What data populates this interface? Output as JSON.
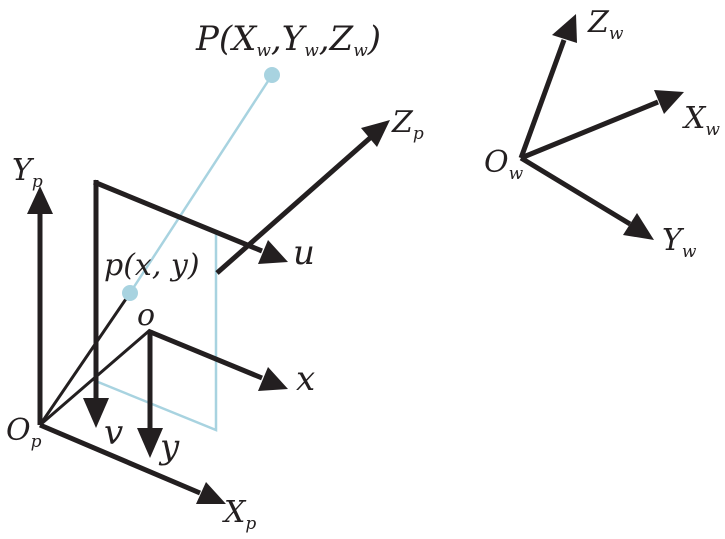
{
  "labels": {
    "world_point": {
      "main": "P(X",
      "s1": "w",
      "c1": ",Y",
      "s2": "w",
      "c2": ",Z",
      "s3": "w",
      "end": ")"
    },
    "image_point": "p(x, y)",
    "principal_point": "o",
    "camera_axes": {
      "Xp": {
        "main": "X",
        "sub": "p"
      },
      "Yp": {
        "main": "Y",
        "sub": "p"
      },
      "Zp": {
        "main": "Z",
        "sub": "p"
      },
      "Op": {
        "main": "O",
        "sub": "p"
      }
    },
    "image_axes": {
      "x": "x",
      "y": "y"
    },
    "pixel_axes": {
      "u": "u",
      "v": "v"
    },
    "world_axes": {
      "Xw": {
        "main": "X",
        "sub": "w"
      },
      "Yw": {
        "main": "Y",
        "sub": "w"
      },
      "Zw": {
        "main": "Z",
        "sub": "w"
      },
      "Ow": {
        "main": "O",
        "sub": "w"
      }
    }
  },
  "colors": {
    "axis": "#231f20",
    "projection": "#a8d3e0"
  }
}
